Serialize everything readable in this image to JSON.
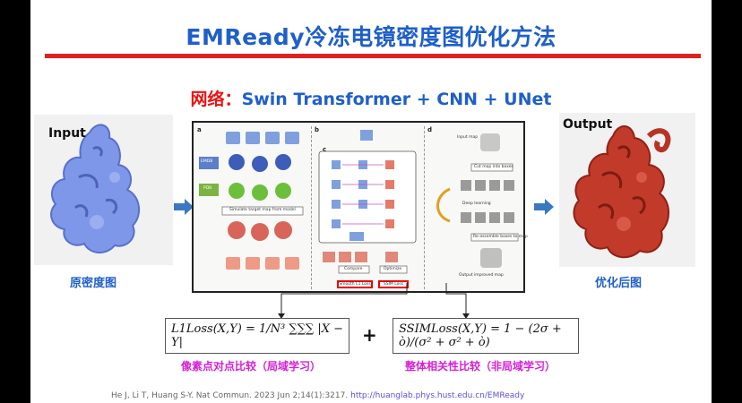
{
  "slide": {
    "title": "EMReady冷冻电镜密度图优化方法",
    "subtitle_prefix": "网络：",
    "subtitle_main": "Swin Transformer + CNN + UNet"
  },
  "input_panel": {
    "label": "Input",
    "caption": "原密度图"
  },
  "output_panel": {
    "label": "Output",
    "caption": "优化后图"
  },
  "diagram": {
    "sections": [
      "a",
      "b",
      "c",
      "d"
    ],
    "text_a": [
      "EMDB",
      "PDB",
      "Simulate target map from model"
    ],
    "text_b": [
      "Compare",
      "Optimize"
    ],
    "text_d": [
      "Input map",
      "Cut map into boxes",
      "Deep learning",
      "Re-assemble boxes to map",
      "Output improved map"
    ],
    "loss_boxes": [
      "Smooth L1 Loss",
      "SSIM Loss"
    ]
  },
  "formulas": {
    "l1": "L1Loss(X,Y) = 1/N³ ∑∑∑ |X − Y|",
    "ssim": "SSIMLoss(X,Y) = 1 − (2σ + ò)/(σ² + σ² + ò)",
    "l1_caption": "像素点对点比较（局域学习）",
    "ssim_caption": "整体相关性比较（非局域学习）",
    "plus": "+"
  },
  "footer": {
    "citation": "He J, Li T, Huang S-Y. Nat Commun. 2023 Jun 2;14(1):3217.",
    "link": "http://huanglab.phys.hust.edu.cn/EMReady"
  },
  "colors": {
    "title_blue": "#1f5fc9",
    "accent_red": "#e02020",
    "caption_magenta": "#d61fd6",
    "map_blue": "#7f97e8",
    "map_red": "#c23a2a"
  }
}
